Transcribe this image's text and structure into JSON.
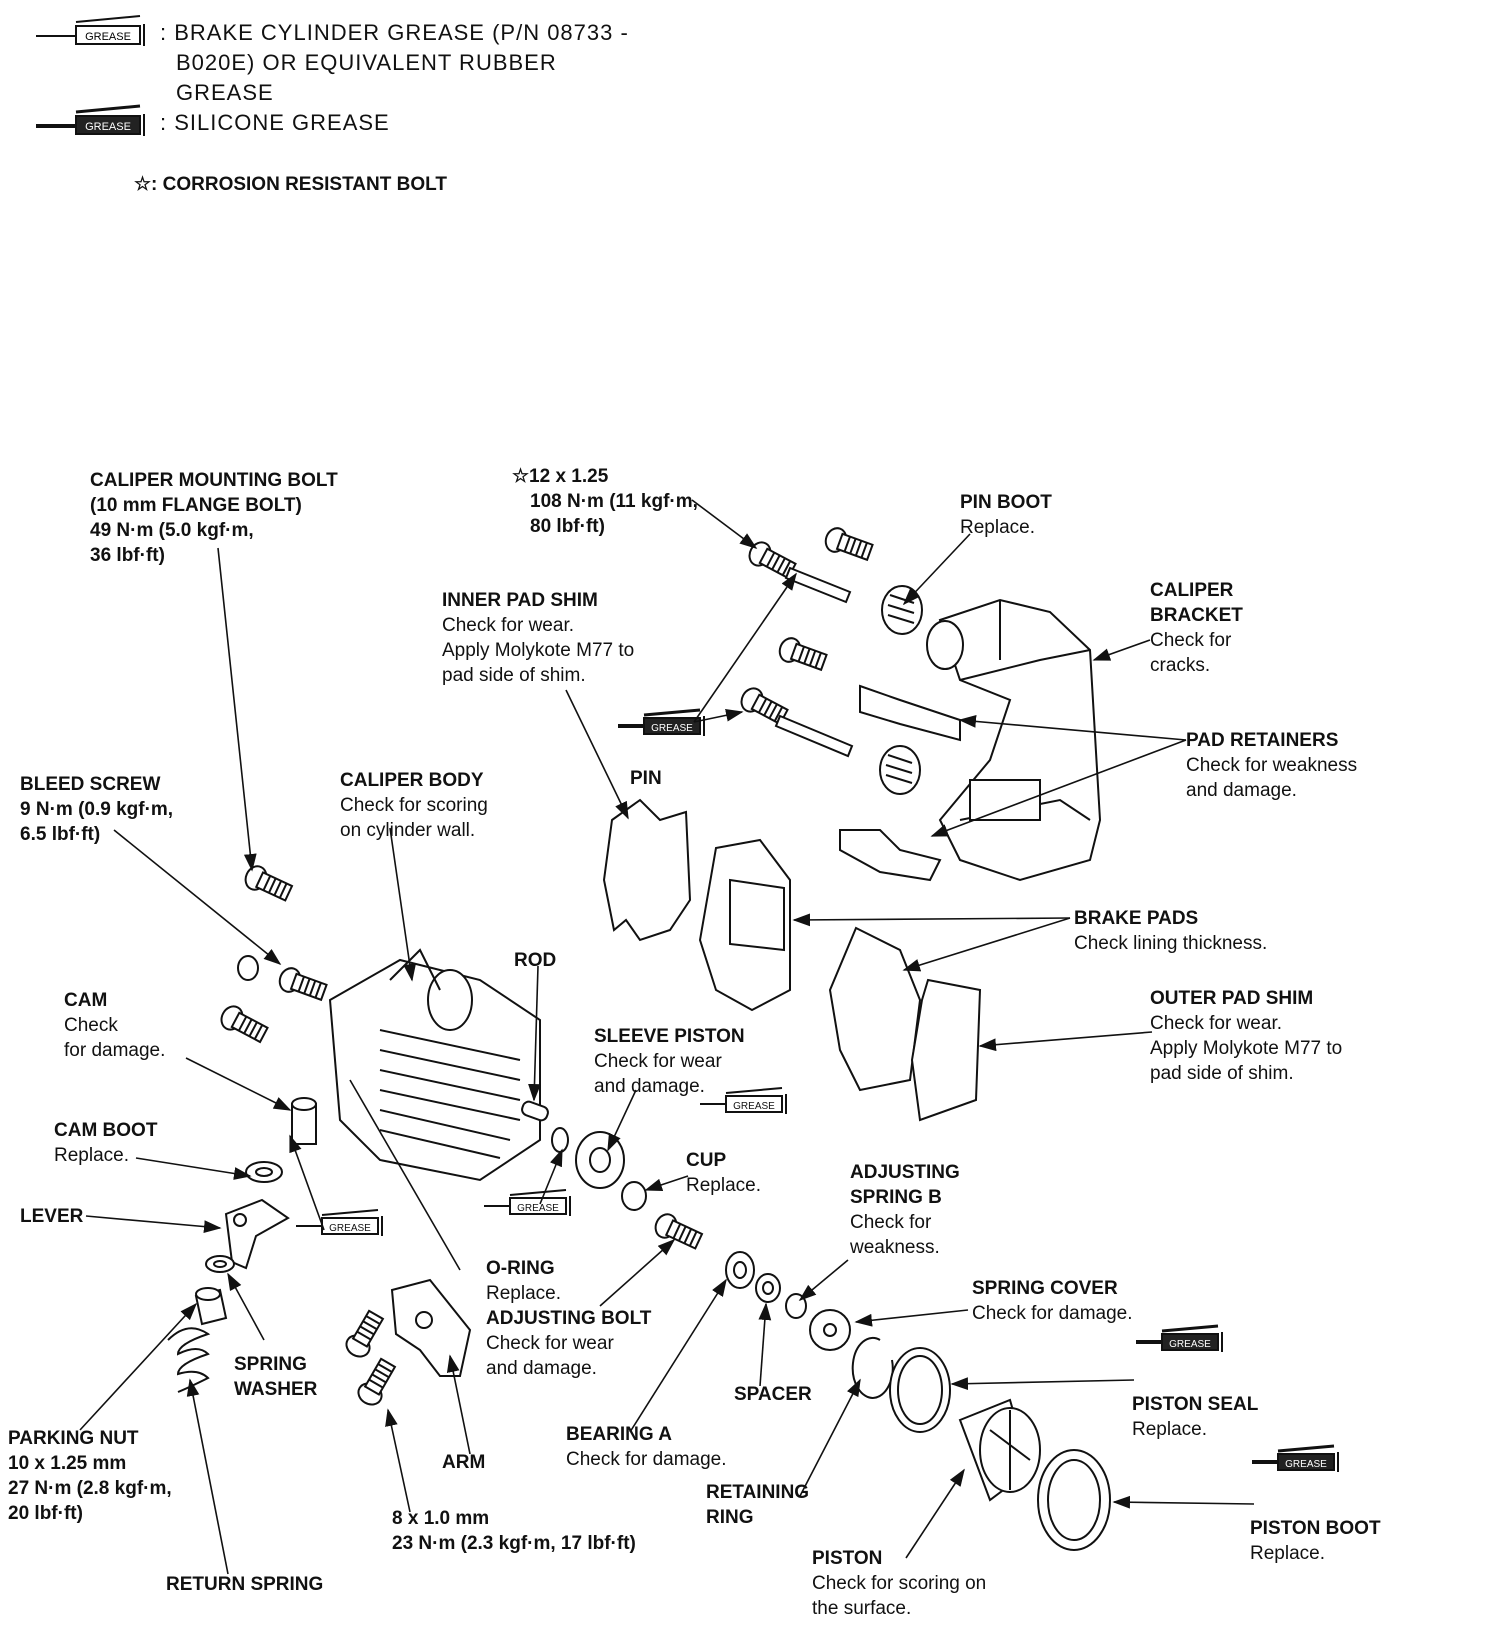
{
  "legend": {
    "grease1_line1": ": BRAKE CYLINDER GREASE (P/N 08733 -",
    "grease1_line2": "B020E) OR EQUIVALENT RUBBER",
    "grease1_line3": "GREASE",
    "grease2": ": SILICONE GREASE",
    "star_note": "☆: CORROSION RESISTANT BOLT",
    "grease_tag": "GREASE"
  },
  "labels": {
    "caliper_mounting_bolt": {
      "title": "CALIPER MOUNTING BOLT",
      "lines": [
        "(10 mm FLANGE BOLT)",
        "49 N·m (5.0 kgf·m,",
        "36 lbf·ft)"
      ]
    },
    "bolt_12": {
      "title": "☆12 x 1.25",
      "lines": [
        "108 N·m (11 kgf·m,",
        "80 lbf·ft)"
      ]
    },
    "pin_boot": {
      "title": "PIN BOOT",
      "lines": [
        "Replace."
      ]
    },
    "caliper_bracket": {
      "title": "CALIPER",
      "lines": [
        "BRACKET",
        "Check for",
        "cracks."
      ]
    },
    "inner_pad_shim": {
      "title": "INNER PAD SHIM",
      "lines": [
        "Check for wear.",
        "Apply Molykote M77 to",
        "pad side of shim."
      ]
    },
    "pad_retainers": {
      "title": "PAD RETAINERS",
      "lines": [
        "Check for weakness",
        "and damage."
      ]
    },
    "pin": {
      "title": "PIN",
      "lines": []
    },
    "bleed_screw": {
      "title": "BLEED SCREW",
      "lines": [
        "9 N·m (0.9 kgf·m,",
        "6.5 lbf·ft)"
      ]
    },
    "caliper_body": {
      "title": "CALIPER BODY",
      "lines": [
        "Check for scoring",
        "on cylinder wall."
      ]
    },
    "brake_pads": {
      "title": "BRAKE PADS",
      "lines": [
        "Check lining thickness."
      ]
    },
    "rod": {
      "title": "ROD",
      "lines": []
    },
    "cam": {
      "title": "CAM",
      "lines": [
        "Check",
        "for damage."
      ]
    },
    "outer_pad_shim": {
      "title": "OUTER PAD SHIM",
      "lines": [
        "Check for wear.",
        "Apply Molykote M77 to",
        "pad side of shim."
      ]
    },
    "sleeve_piston": {
      "title": "SLEEVE PISTON",
      "lines": [
        "Check for wear",
        "and damage."
      ]
    },
    "cam_boot": {
      "title": "CAM BOOT",
      "lines": [
        "Replace."
      ]
    },
    "cup": {
      "title": "CUP",
      "lines": [
        "Replace."
      ]
    },
    "adjusting_spring_b": {
      "title": "ADJUSTING",
      "lines": [
        "SPRING B",
        "Check for",
        "weakness."
      ]
    },
    "lever": {
      "title": "LEVER",
      "lines": []
    },
    "o_ring": {
      "title": "O-RING",
      "lines": [
        "Replace."
      ]
    },
    "adjusting_bolt": {
      "title": "ADJUSTING BOLT",
      "lines": [
        "Check for wear",
        "and damage."
      ]
    },
    "spring_cover": {
      "title": "SPRING COVER",
      "lines": [
        "Check for damage."
      ]
    },
    "spring_washer": {
      "title": "SPRING",
      "lines": [
        "WASHER"
      ]
    },
    "spacer": {
      "title": "SPACER",
      "lines": []
    },
    "piston_seal": {
      "title": "PISTON SEAL",
      "lines": [
        "Replace."
      ]
    },
    "parking_nut": {
      "title": "PARKING NUT",
      "lines": [
        "10 x 1.25 mm",
        "27 N·m (2.8 kgf·m,",
        "20 lbf·ft)"
      ]
    },
    "bearing_a": {
      "title": "BEARING A",
      "lines": [
        "Check for damage."
      ]
    },
    "arm": {
      "title": "ARM",
      "lines": []
    },
    "retaining_ring": {
      "title": "RETAINING",
      "lines": [
        "RING"
      ]
    },
    "piston_boot": {
      "title": "PISTON BOOT",
      "lines": [
        "Replace."
      ]
    },
    "bolt_8": {
      "title": "8 x 1.0 mm",
      "lines": [
        "23 N·m (2.3 kgf·m, 17 lbf·ft)"
      ]
    },
    "piston": {
      "title": "PISTON",
      "lines": [
        "Check for scoring on",
        "the surface."
      ]
    },
    "return_spring": {
      "title": "RETURN SPRING",
      "lines": []
    }
  }
}
